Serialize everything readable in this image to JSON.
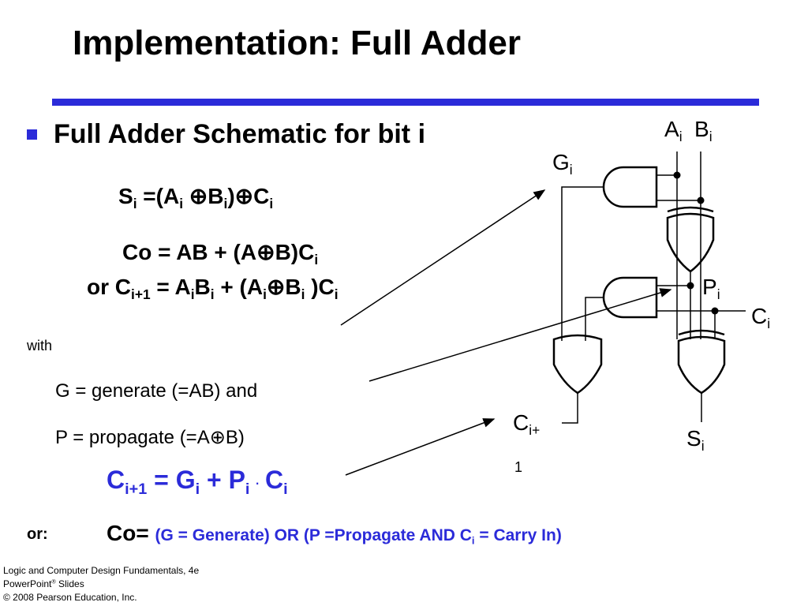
{
  "title": "Implementation: Full Adder",
  "bullet": "Full Adder Schematic for bit i",
  "eq_sum": {
    "lhs": "S",
    "lhs_sub": "i",
    "eq": " =(A",
    "a_sub": "i",
    "xor1": " ⊕B",
    "b_sub": "i",
    "close": ")⊕C",
    "c_sub": "i"
  },
  "eq_co": {
    "text1": "Co = AB + (A",
    "xor": "⊕",
    "text2": "B)C",
    "sub": "i"
  },
  "eq_or": {
    "p1": "or C",
    "s1": "i+1",
    "p2": " = A",
    "s2": "i",
    "p3": "B",
    "s3": "i",
    "p4": " + (A",
    "s4": "i",
    "p5": "⊕B",
    "s5": "i",
    "p6": " )C",
    "s6": "i"
  },
  "with_label": "with",
  "gen_line": "G = generate (=AB) and",
  "prop_line": {
    "p1": "P = propagate (=A",
    "xor": "⊕",
    "p2": "B)"
  },
  "blue_eq": {
    "p1": "C",
    "s1": "i+1",
    "p2": " = G",
    "s2": "i",
    "p3": " + P",
    "s3": "i",
    "dot": " · ",
    "p4": "C",
    "s4": "i"
  },
  "or_label": "or:",
  "co_line": {
    "co": "Co= ",
    "p1": "(G = Generate) OR (P =Propagate AND C",
    "sub": "i",
    "p2": " = Carry In)"
  },
  "footer": {
    "line1": "Logic and Computer Design Fundamentals, 4e",
    "line2a": "PowerPoint",
    "line2sup": "®",
    "line2b": " Slides",
    "line3": "© 2008 Pearson Education, Inc."
  },
  "diagram": {
    "a_label": "A",
    "a_sub": "i",
    "b_label": "B",
    "b_sub": "i",
    "g_label": "G",
    "g_sub": "i",
    "p_label": "P",
    "p_sub": "i",
    "c_label": "C",
    "c_sub": "i",
    "cout_label": "C",
    "cout_sub": "i+",
    "cout_wrap": "1",
    "s_label": "S",
    "s_sub": "i"
  },
  "colors": {
    "accent": "#2b2bd9",
    "text": "#000000"
  }
}
